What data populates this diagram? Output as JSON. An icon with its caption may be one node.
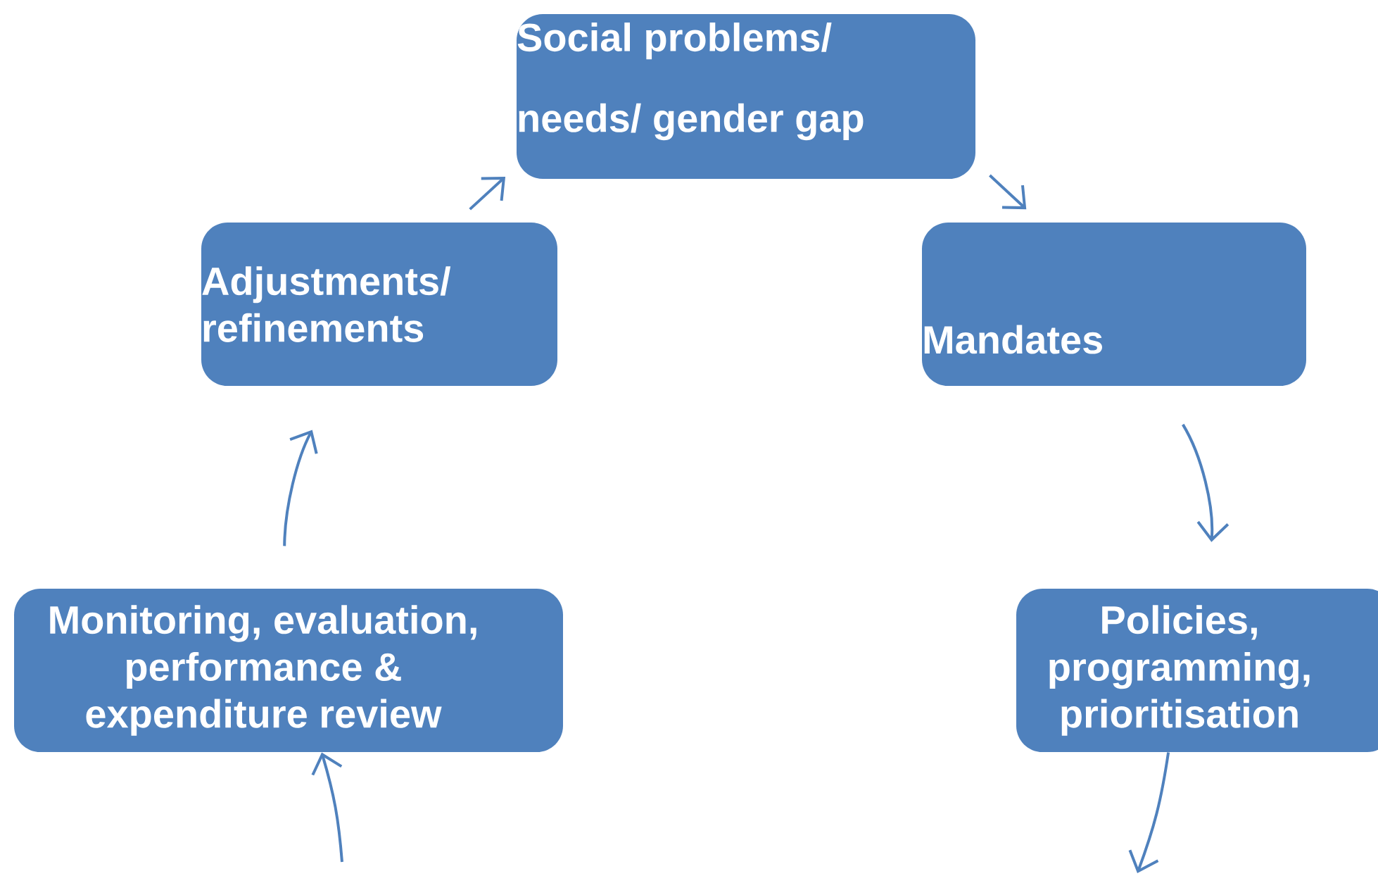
{
  "diagram": {
    "nodes": [
      {
        "text": [
          "Social problems/ needs/ gender gap"
        ]
      },
      {
        "text": [
          "Adjustments/ refinements"
        ]
      },
      {
        "text": [
          "Mandates"
        ]
      },
      {
        "text": [
          "Monitoring, evaluation, performance & expenditure review"
        ]
      },
      {
        "text": [
          "Policies, programming, prioritisation"
        ]
      }
    ],
    "edges": [
      {
        "from": 1,
        "to": 0,
        "arrow": "to"
      },
      {
        "from": 0,
        "to": 2,
        "arrow": "to"
      },
      {
        "from": 2,
        "to": 4,
        "arrow": "to"
      },
      {
        "from": 3,
        "to": 1,
        "arrow": "to"
      },
      {
        "from": 4,
        "to": null,
        "arrow": "to"
      },
      {
        "from": null,
        "to": 3,
        "arrow": "to"
      }
    ]
  }
}
